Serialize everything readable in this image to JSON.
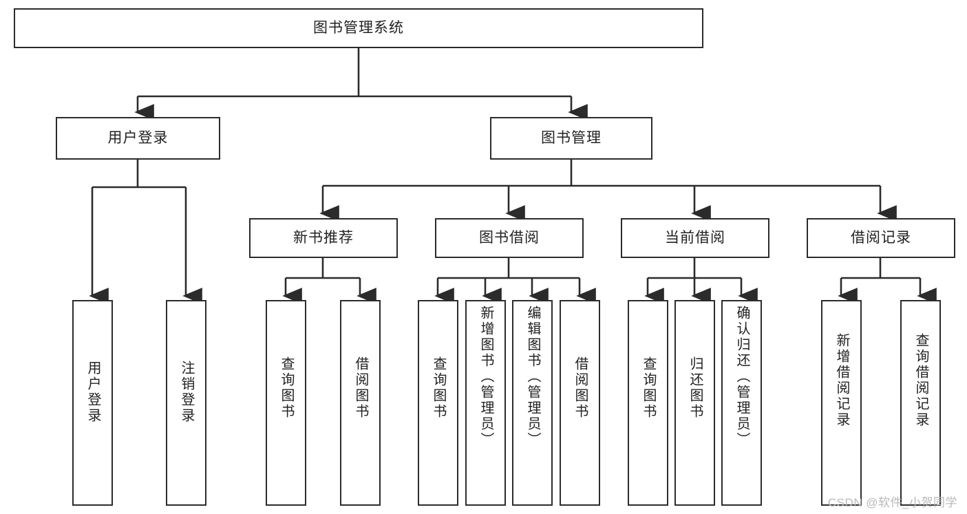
{
  "diagram": {
    "title": "图书管理系统",
    "type": "tree",
    "watermark": "CSDN @软件_小贺同学",
    "root": {
      "label": "图书管理系统"
    },
    "level2": [
      {
        "label": "用户登录"
      },
      {
        "label": "图书管理"
      }
    ],
    "level3": [
      {
        "label": "新书推荐"
      },
      {
        "label": "图书借阅"
      },
      {
        "label": "当前借阅"
      },
      {
        "label": "借阅记录"
      }
    ],
    "leaves": {
      "user_login": [
        {
          "label": "用户登录"
        },
        {
          "label": "注销登录"
        }
      ],
      "new_book_recommend": [
        {
          "label": "查询图书"
        },
        {
          "label": "借阅图书"
        }
      ],
      "book_borrow": [
        {
          "label": "查询图书"
        },
        {
          "label": "新增图书（管理员）"
        },
        {
          "label": "编辑图书（管理员）"
        },
        {
          "label": "借阅图书"
        }
      ],
      "current_borrow": [
        {
          "label": "查询图书"
        },
        {
          "label": "归还图书"
        },
        {
          "label": "确认归还（管理员）"
        }
      ],
      "borrow_records": [
        {
          "label": "新增借阅记录"
        },
        {
          "label": "查询借阅记录"
        }
      ]
    },
    "colors": {
      "stroke": "#2b2b2b",
      "fill": "#ffffff",
      "text": "#222222",
      "watermark": "#b9b9b9"
    }
  }
}
